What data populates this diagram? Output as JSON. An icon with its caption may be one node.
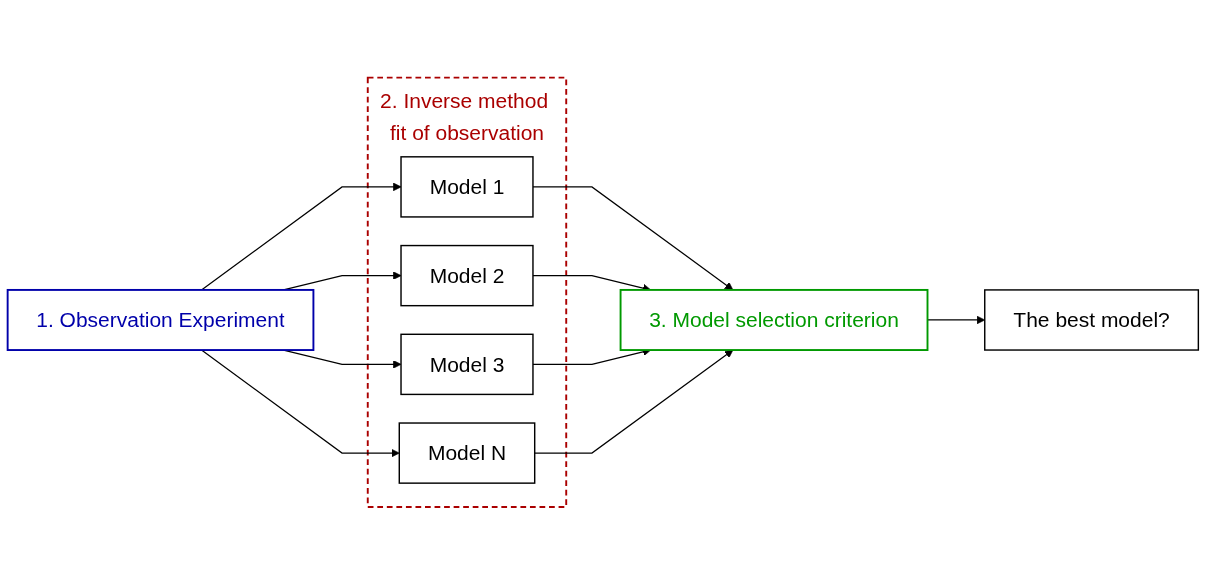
{
  "diagram": {
    "nodes": [
      {
        "text": [
          "1. Observation Experiment"
        ]
      },
      {
        "text": [
          "2. Inverse method fit of observation"
        ]
      },
      {
        "text": [
          "Model 1"
        ],
        "in": 1
      },
      {
        "text": [
          "Model 2"
        ],
        "in": 1
      },
      {
        "text": [
          "Model 3"
        ],
        "in": 1
      },
      {
        "text": [
          "Model N"
        ],
        "in": 1
      },
      {
        "text": [
          "3. Model selection criterion"
        ]
      },
      {
        "text": [
          "The best model?"
        ]
      }
    ],
    "edges": [
      {
        "from": 0,
        "to": 2,
        "arrow": "to"
      },
      {
        "from": 0,
        "to": 3,
        "arrow": "to"
      },
      {
        "from": 0,
        "to": 4,
        "arrow": "to"
      },
      {
        "from": 0,
        "to": 5,
        "arrow": "to"
      },
      {
        "from": 2,
        "to": 6,
        "arrow": "to"
      },
      {
        "from": 3,
        "to": 6,
        "arrow": "to"
      },
      {
        "from": 4,
        "to": 6,
        "arrow": "to"
      },
      {
        "from": 5,
        "to": 6,
        "arrow": "to"
      },
      {
        "from": 6,
        "to": 7,
        "arrow": "to"
      }
    ]
  }
}
